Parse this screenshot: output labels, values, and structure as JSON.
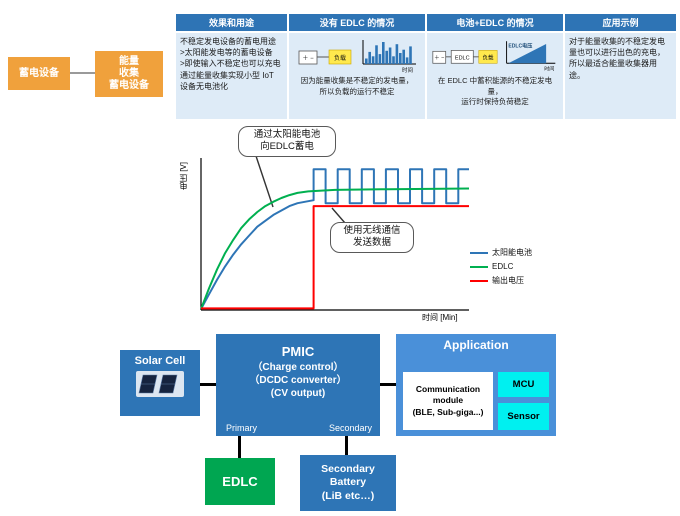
{
  "colors": {
    "orange": "#F0A13C",
    "header_blue": "#2E74B5",
    "cell_blue": "#DEEBF7",
    "box_blue": "#2E75B6",
    "application_blue": "#4A90D9",
    "cyan": "#00F0F0",
    "green": "#00A651",
    "chart_blue": "#2E75B6",
    "chart_green": "#00B050",
    "chart_red": "#FF0000"
  },
  "flow": {
    "box1": "蓄电设备",
    "box2": "能量\n收集\n蓄电设备"
  },
  "table": {
    "headers": [
      "效果和用途",
      "没有 EDLC 的情况",
      "电池+EDLC 的情况",
      "应用示例"
    ],
    "usage": "不稳定发电设备的蓄电用途\n>太阳能发电等的蓄电设备\n>即使输入不稳定也可以充电\n通过能量收集实现小型 IoT 设备无电池化",
    "no_edlc": {
      "terminals": "＋ −",
      "load_label": "负载",
      "axis_x": "时间",
      "noise": [
        0.25,
        0.55,
        0.35,
        0.85,
        0.45,
        1.0,
        0.6,
        0.75,
        0.35,
        0.9,
        0.5,
        0.65,
        0.3,
        0.8
      ],
      "caption": "因为能量收集是不稳定的发电量，\n所以负载的运行不稳定"
    },
    "with_edlc": {
      "terminals": "＋ −",
      "edlc_label": "EDLC",
      "load_label": "负载",
      "chart_label": "EDLC电压",
      "axis_x": "时间",
      "caption": "在 EDLC 中蓄积能源的不稳定发电量，\n运行时保持负荷稳定"
    },
    "example": "对于能量收集的不稳定发电量也可以进行出色的充电，所以最适合能量收集器用途。"
  },
  "chart_data": {
    "type": "line",
    "title": "",
    "xlabel": "时间 [Min]",
    "ylabel": "电压 [V]",
    "legend_position": "right",
    "grid": false,
    "series": [
      {
        "name": "太阳能电池",
        "color": "#2E75B6",
        "points": [
          [
            0,
            0
          ],
          [
            0.03,
            0.1
          ],
          [
            0.06,
            0.2
          ],
          [
            0.09,
            0.29
          ],
          [
            0.12,
            0.37
          ],
          [
            0.15,
            0.44
          ],
          [
            0.18,
            0.5
          ],
          [
            0.21,
            0.56
          ],
          [
            0.24,
            0.6
          ],
          [
            0.27,
            0.64
          ],
          [
            0.3,
            0.67
          ],
          [
            0.33,
            0.7
          ],
          [
            0.36,
            0.72
          ],
          [
            0.39,
            0.73
          ],
          [
            0.42,
            0.74
          ],
          [
            0.42,
            0.95
          ],
          [
            0.465,
            0.95
          ],
          [
            0.465,
            0.72
          ],
          [
            0.51,
            0.72
          ],
          [
            0.51,
            0.95
          ],
          [
            0.555,
            0.95
          ],
          [
            0.555,
            0.72
          ],
          [
            0.6,
            0.72
          ],
          [
            0.6,
            0.95
          ],
          [
            0.645,
            0.95
          ],
          [
            0.645,
            0.72
          ],
          [
            0.69,
            0.72
          ],
          [
            0.69,
            0.95
          ],
          [
            0.735,
            0.95
          ],
          [
            0.735,
            0.72
          ],
          [
            0.78,
            0.72
          ],
          [
            0.78,
            0.95
          ],
          [
            0.825,
            0.95
          ],
          [
            0.825,
            0.72
          ],
          [
            0.87,
            0.72
          ],
          [
            0.87,
            0.95
          ],
          [
            0.915,
            0.95
          ],
          [
            0.915,
            0.72
          ],
          [
            0.96,
            0.72
          ],
          [
            0.96,
            0.95
          ],
          [
            1,
            0.95
          ]
        ]
      },
      {
        "name": "EDLC",
        "color": "#00B050",
        "points": [
          [
            0,
            0
          ],
          [
            0.03,
            0.14
          ],
          [
            0.06,
            0.27
          ],
          [
            0.09,
            0.38
          ],
          [
            0.12,
            0.47
          ],
          [
            0.15,
            0.55
          ],
          [
            0.18,
            0.61
          ],
          [
            0.21,
            0.66
          ],
          [
            0.24,
            0.7
          ],
          [
            0.27,
            0.73
          ],
          [
            0.3,
            0.755
          ],
          [
            0.33,
            0.775
          ],
          [
            0.36,
            0.79
          ],
          [
            0.4,
            0.8
          ],
          [
            0.5,
            0.81
          ],
          [
            0.7,
            0.815
          ],
          [
            1,
            0.82
          ]
        ]
      },
      {
        "name": "输出电压",
        "color": "#FF0000",
        "points": [
          [
            0,
            0.004
          ],
          [
            0.42,
            0.004
          ],
          [
            0.42,
            0.7
          ],
          [
            1,
            0.7
          ]
        ]
      }
    ]
  },
  "callouts": {
    "charge": "通过太阳能电池\n向EDLC蓄电",
    "wireless": "使用无线通信\n发送数据"
  },
  "diagram": {
    "solar_cell": "Solar Cell",
    "pmic_title": "PMIC",
    "pmic_lines": "（Charge control）\n（DCDC converter）\n(CV output)",
    "primary": "Primary",
    "secondary": "Secondary",
    "application": "Application",
    "comm_module": "Communication\nmodule\n(BLE, Sub-giga...)",
    "mcu": "MCU",
    "sensor": "Sensor",
    "edlc": "EDLC",
    "secondary_battery": "Secondary\nBattery\n(LiB etc…)"
  }
}
